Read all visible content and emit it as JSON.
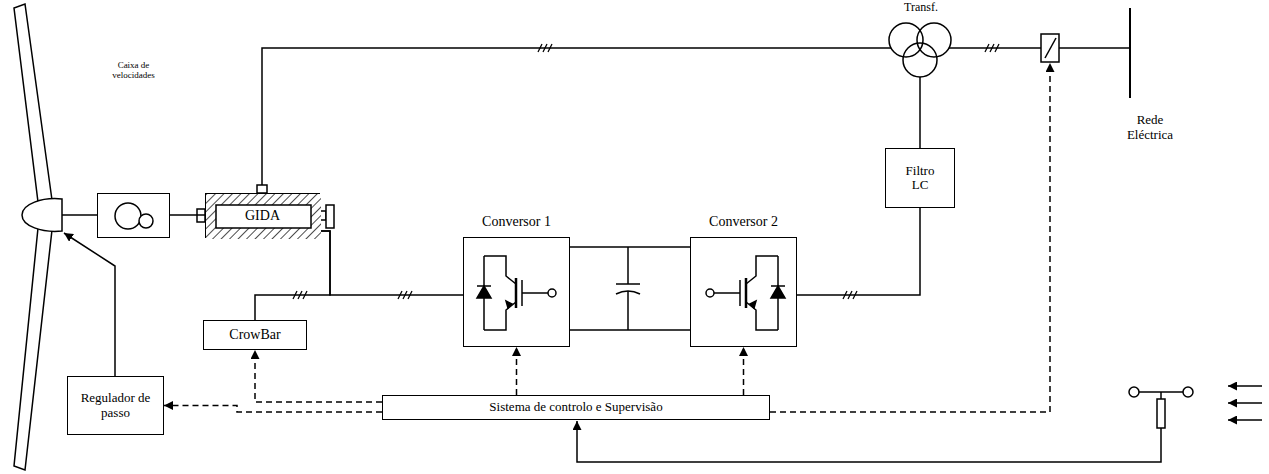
{
  "diagram": {
    "nodes": [
      {
        "text": [
          "Caixa de velocidades"
        ]
      },
      {
        "text": [
          "GIDA"
        ]
      },
      {
        "text": [
          "Conversor 1"
        ]
      },
      {
        "text": [
          "Conversor 2"
        ]
      },
      {
        "text": [
          "Transf."
        ]
      },
      {
        "text": [
          "Filtro LC"
        ]
      },
      {
        "text": [
          "CrowBar"
        ]
      },
      {
        "text": [
          "Regulador de passo"
        ]
      },
      {
        "text": [
          "Sistema de controlo e Supervisão"
        ]
      }
    ],
    "edges": [
      {
        "from": 0,
        "to": 1,
        "arrow": "none"
      },
      {
        "from": 1,
        "to": 4,
        "arrow": "none"
      },
      {
        "from": 1,
        "to": 2,
        "arrow": "none"
      },
      {
        "from": 1,
        "to": 6,
        "arrow": "none"
      },
      {
        "from": 2,
        "to": 3,
        "arrow": "none"
      },
      {
        "from": 3,
        "to": 5,
        "arrow": "none"
      },
      {
        "from": 5,
        "to": 4,
        "arrow": "none"
      },
      {
        "from": 8,
        "to": 7,
        "arrow": "to"
      },
      {
        "from": 8,
        "to": 6,
        "arrow": "to"
      },
      {
        "from": 8,
        "to": 2,
        "arrow": "to"
      },
      {
        "from": 8,
        "to": 3,
        "arrow": "to"
      }
    ],
    "labels": [
      "Rede Eléctrica"
    ]
  }
}
